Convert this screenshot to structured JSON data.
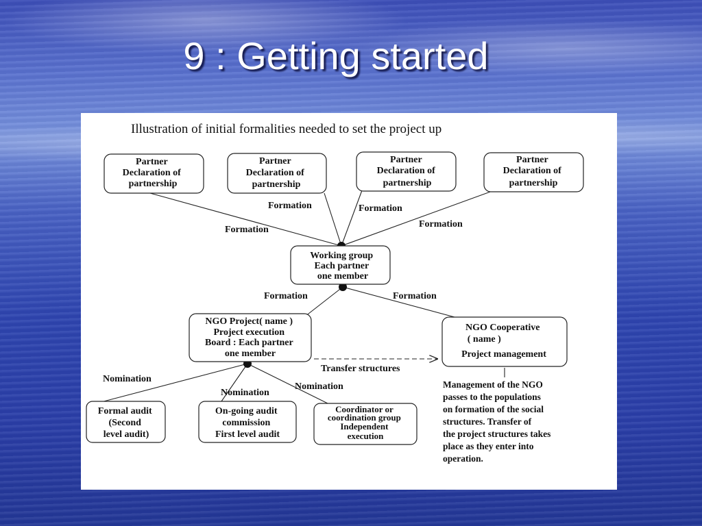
{
  "slide": {
    "title": "9 : Getting started"
  },
  "diagram": {
    "heading": "Illustration of initial formalities needed to set the project up",
    "partner1": [
      "Partner",
      "Declaration of",
      "partnership"
    ],
    "partner2": [
      "Partner",
      "Declaration of",
      "partnership"
    ],
    "partner3": [
      "Partner",
      "Declaration of",
      "partnership"
    ],
    "partner4": [
      "Partner",
      "Declaration of",
      "partnership"
    ],
    "working_group": [
      "Working group",
      "Each partner",
      "one member"
    ],
    "ngo_project": [
      "NGO Project( name )",
      "Project execution",
      "Board : Each partner",
      "one member"
    ],
    "ngo_cooperative": [
      "NGO Cooperative",
      "( name )",
      "Project management"
    ],
    "formal_audit": [
      "Formal audit",
      "(Second",
      "level audit)"
    ],
    "ongoing_audit": [
      "On-going audit",
      "commission",
      "First level audit"
    ],
    "coordinator": [
      "Coordinator or",
      "coordination group",
      "Independent",
      "execution"
    ],
    "edge_labels": {
      "formation_1": "Formation",
      "formation_2": "Formation",
      "formation_3": "Formation",
      "formation_4": "Formation",
      "formation_5": "Formation",
      "formation_6": "Formation",
      "nomination_1": "Nomination",
      "nomination_2": "Nomination",
      "nomination_3": "Nomination",
      "transfer": "Transfer structures"
    },
    "note": [
      "Management of the NGO",
      "passes to the populations",
      "on formation of the social",
      "structures. Transfer of",
      "the project structures takes",
      "place as they enter into",
      "operation."
    ]
  }
}
